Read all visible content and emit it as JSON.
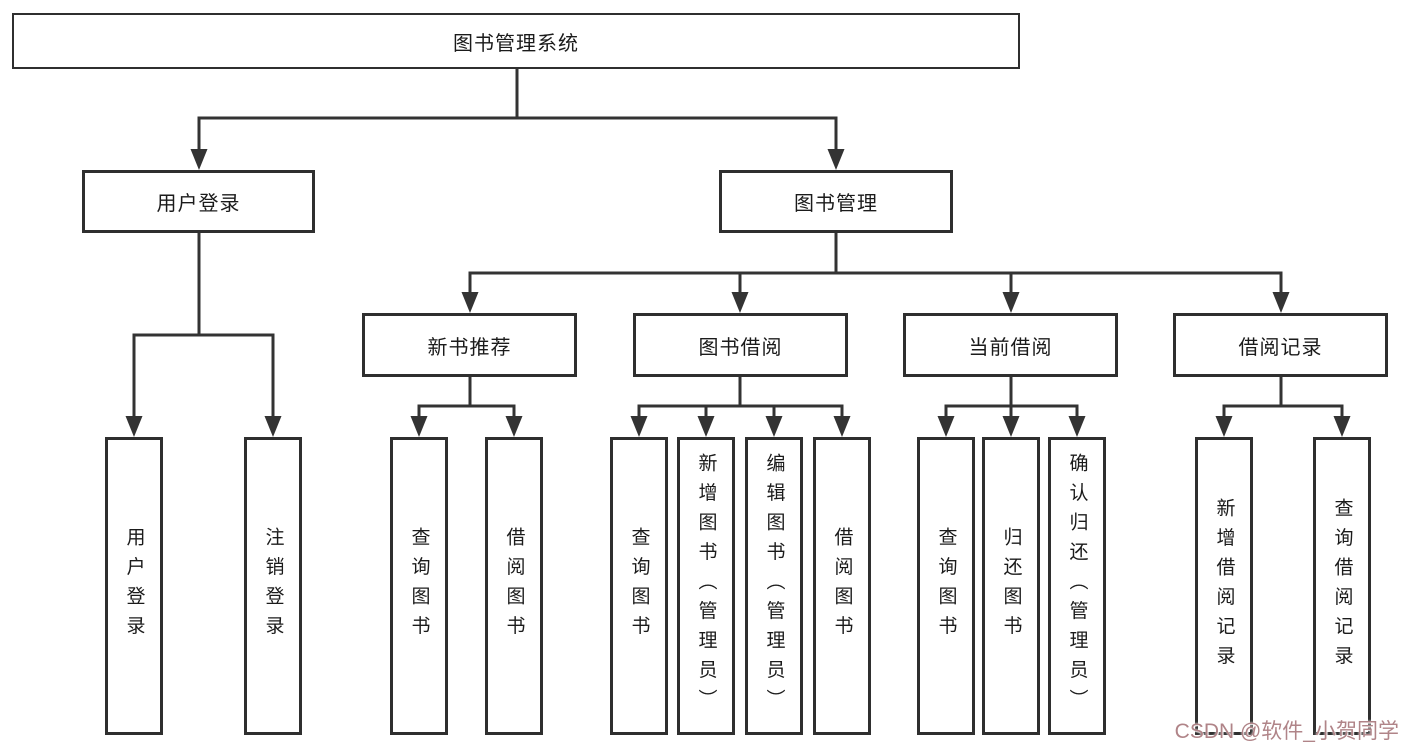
{
  "nodes": {
    "root": {
      "label": "图书管理系统"
    },
    "user_login": {
      "label": "用户登录"
    },
    "book_mgmt": {
      "label": "图书管理"
    },
    "new_book_rec": {
      "label": "新书推荐"
    },
    "book_borrow": {
      "label": "图书借阅"
    },
    "current_borrow": {
      "label": "当前借阅"
    },
    "borrow_records": {
      "label": "借阅记录"
    },
    "leaf_user_login": {
      "label": "用户登录"
    },
    "leaf_logout": {
      "label": "注销登录"
    },
    "leaf_query_book_1": {
      "label": "查询图书"
    },
    "leaf_borrow_book_1": {
      "label": "借阅图书"
    },
    "leaf_query_book_2": {
      "label": "查询图书"
    },
    "leaf_add_book": {
      "label": "新增图书（管理员）"
    },
    "leaf_edit_book": {
      "label": "编辑图书（管理员）"
    },
    "leaf_borrow_book_2": {
      "label": "借阅图书"
    },
    "leaf_query_book_3": {
      "label": "查询图书"
    },
    "leaf_return_book": {
      "label": "归还图书"
    },
    "leaf_confirm_return": {
      "label": "确认归还（管理员）"
    },
    "leaf_add_record": {
      "label": "新增借阅记录"
    },
    "leaf_query_record": {
      "label": "查询借阅记录"
    }
  },
  "watermark": {
    "text": "CSDN @软件_小贺同学"
  },
  "colors": {
    "line": "#333333",
    "box_border": "#2f2f2f",
    "box_bg": "#ffffff",
    "watermark": "#b08488"
  }
}
